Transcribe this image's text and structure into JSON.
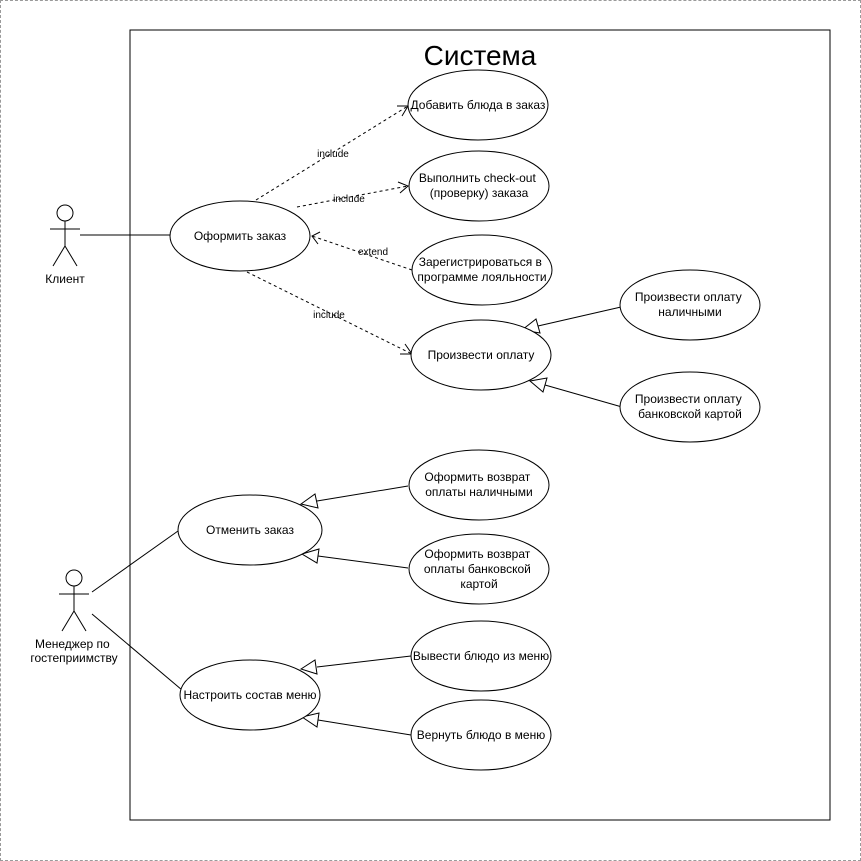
{
  "system": {
    "title": "Система"
  },
  "actors": {
    "client": "Клиент",
    "manager": [
      "Менеджер по",
      "гостеприимству"
    ]
  },
  "use_cases": {
    "place_order": [
      "Оформить заказ"
    ],
    "add_dishes": [
      "Добавить блюда в заказ"
    ],
    "checkout": [
      "Выполнить check-out",
      "(проверку) заказа"
    ],
    "loyalty": [
      "Зарегистрироваться в",
      "программе лояльности"
    ],
    "pay": [
      "Произвести оплату"
    ],
    "pay_cash": [
      "Произвести оплату",
      "наличными"
    ],
    "pay_card": [
      "Произвести оплату",
      "банковской картой"
    ],
    "cancel_order": [
      "Отменить заказ"
    ],
    "refund_cash": [
      "Оформить возврат",
      "оплаты наличными"
    ],
    "refund_card": [
      "Оформить возврат",
      "оплаты банковской",
      "картой"
    ],
    "configure_menu": [
      "Настроить состав меню"
    ],
    "remove_dish": [
      "Вывести блюдо из меню"
    ],
    "return_dish": [
      "Вернуть блюдо в меню"
    ]
  },
  "relations": {
    "include_add": "include",
    "include_checkout": "include",
    "extend_loyalty": "extend",
    "include_pay": "include"
  }
}
